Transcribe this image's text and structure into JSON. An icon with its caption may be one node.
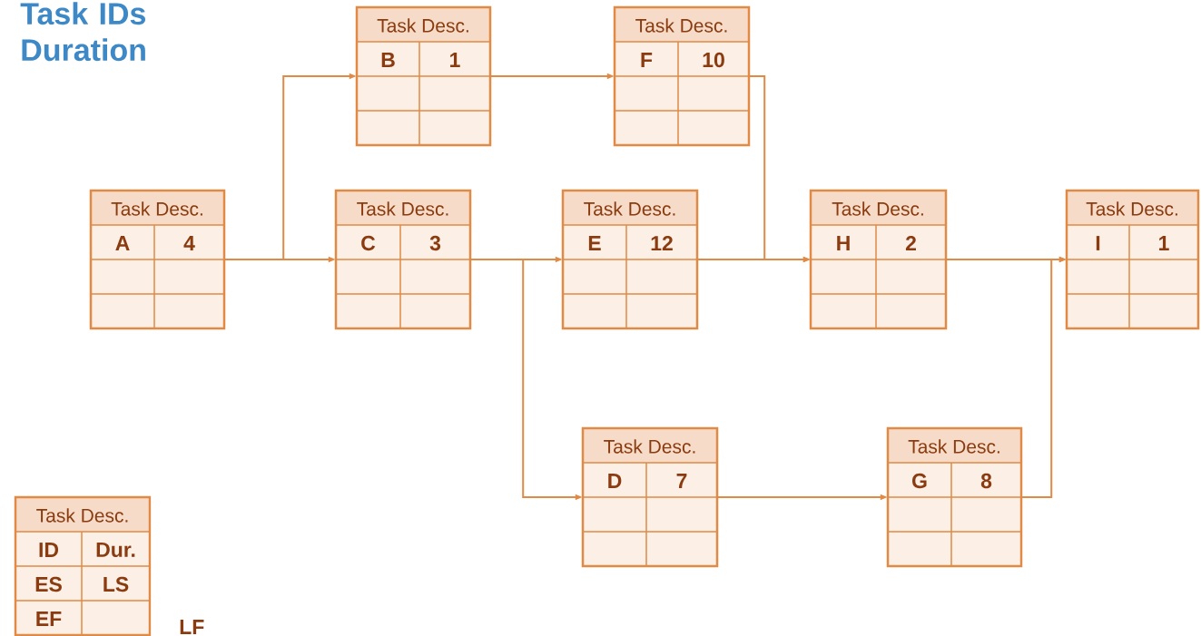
{
  "diagram": {
    "title": "Task IDs Duration",
    "nodes": [
      {
        "text": [
          "Task Desc.",
          "A",
          "4"
        ]
      },
      {
        "text": [
          "Task Desc.",
          "B",
          "1"
        ]
      },
      {
        "text": [
          "Task Desc.",
          "C",
          "3"
        ]
      },
      {
        "text": [
          "Task Desc.",
          "F",
          "10"
        ]
      },
      {
        "text": [
          "Task Desc.",
          "E",
          "12"
        ]
      },
      {
        "text": [
          "Task Desc.",
          "H",
          "2"
        ]
      },
      {
        "text": [
          "Task Desc.",
          "D",
          "7"
        ]
      },
      {
        "text": [
          "Task Desc.",
          "G",
          "8"
        ]
      },
      {
        "text": [
          "Task Desc.",
          "I",
          "1"
        ]
      },
      {
        "text": [
          "Task Desc.",
          "ID",
          "Dur.",
          "ES",
          "LS",
          "EF"
        ],
        "beside": [
          "LF"
        ]
      }
    ],
    "edges": [
      {
        "from": 0,
        "to": 1,
        "arrow": "to"
      },
      {
        "from": 0,
        "to": 2,
        "arrow": "to"
      },
      {
        "from": 1,
        "to": 3,
        "arrow": "to"
      },
      {
        "from": 3,
        "to": 5,
        "arrow": "to"
      },
      {
        "from": 2,
        "to": 4,
        "arrow": "to"
      },
      {
        "from": 2,
        "to": 6,
        "arrow": "to"
      },
      {
        "from": 4,
        "to": 5,
        "arrow": "to"
      },
      {
        "from": 6,
        "to": 7,
        "arrow": "to"
      },
      {
        "from": 7,
        "to": 8,
        "arrow": "to"
      },
      {
        "from": 5,
        "to": 8,
        "arrow": "to"
      }
    ]
  }
}
